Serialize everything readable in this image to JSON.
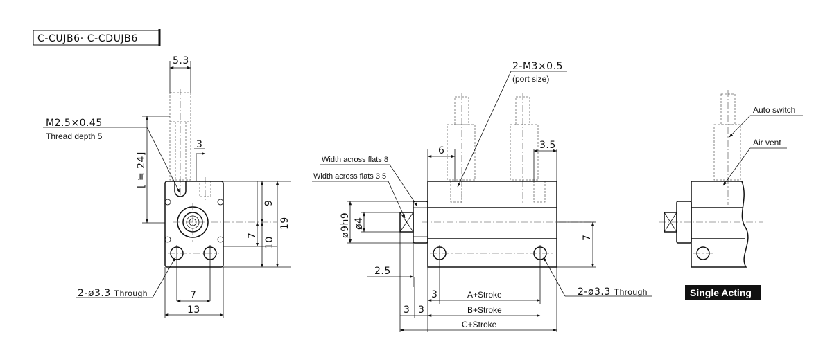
{
  "model_label": "C-CUJB6· C-CDUJB6",
  "front_view": {
    "dim_top": "5.3",
    "thread_label": "M2.5×0.45",
    "thread_depth": "Thread depth 5",
    "dim_3": "3",
    "dim_24": "[ ≒ 24]",
    "dim_9": "9",
    "dim_7": "7",
    "dim_10": "10",
    "dim_19": "19",
    "hole_label": "2-ø3.3",
    "hole_suffix": "Through",
    "dim_7b": "7",
    "dim_13": "13"
  },
  "side_view": {
    "port_label": "2-M3×0.5",
    "port_note": "(port size)",
    "flats_8": "Width across flats 8",
    "flats_35": "Width across flats 3.5",
    "dim_6": "6",
    "dim_35": "3.5",
    "dia_9h9": "ø9h9",
    "dia_4": "ø4",
    "dim_25": "2.5",
    "dim_7": "7",
    "dim_3a": "3",
    "dim_3b": "3",
    "dim_3c": "3",
    "a_stroke": "A+Stroke",
    "b_stroke": "B+Stroke",
    "c_stroke": "C+Stroke",
    "hole_label": "2-ø3.3",
    "hole_suffix": "Through"
  },
  "switch_view": {
    "auto_switch": "Auto switch",
    "air_vent": "Air vent",
    "badge": "Single Acting"
  }
}
